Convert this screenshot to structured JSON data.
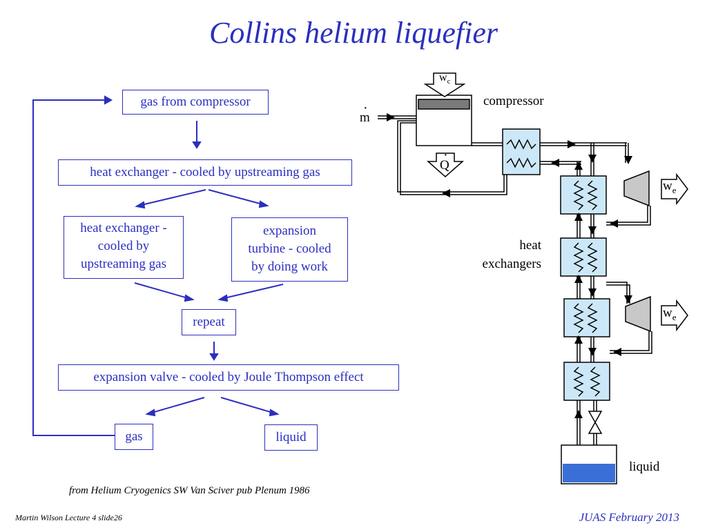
{
  "title": "Collins helium liquefier",
  "flow": {
    "gas_from_compressor": "gas from compressor",
    "heat_exchanger_main": "heat exchanger - cooled by upstreaming gas",
    "heat_exchanger_branch": [
      "heat exchanger -",
      "cooled by",
      "upstreaming gas"
    ],
    "expansion_turbine": [
      "expansion",
      "turbine - cooled",
      "by doing work"
    ],
    "repeat": "repeat",
    "expansion_valve": "expansion valve - cooled by Joule Thompson effect",
    "gas": "gas",
    "liquid": "liquid"
  },
  "schematic": {
    "compressor": "compressor",
    "heat_exchangers": [
      "heat",
      "exchangers"
    ],
    "liquid": "liquid",
    "m_dot": "m",
    "q_dot": "Q",
    "wc": {
      "base": "w",
      "sub": "c"
    },
    "we": {
      "base": "w",
      "sub": "e"
    }
  },
  "source": "from Helium Cryogenics SW Van Sciver pub Plenum 1986",
  "footer": {
    "left": "Martin Wilson Lecture 4 slide26",
    "right": "JUAS February 2013"
  },
  "colors": {
    "accent": "#2b2fbf",
    "hx_fill": "#cce8f8",
    "liquid_fill": "#3a6fd8",
    "turbine_fill": "#c8c8c8"
  }
}
